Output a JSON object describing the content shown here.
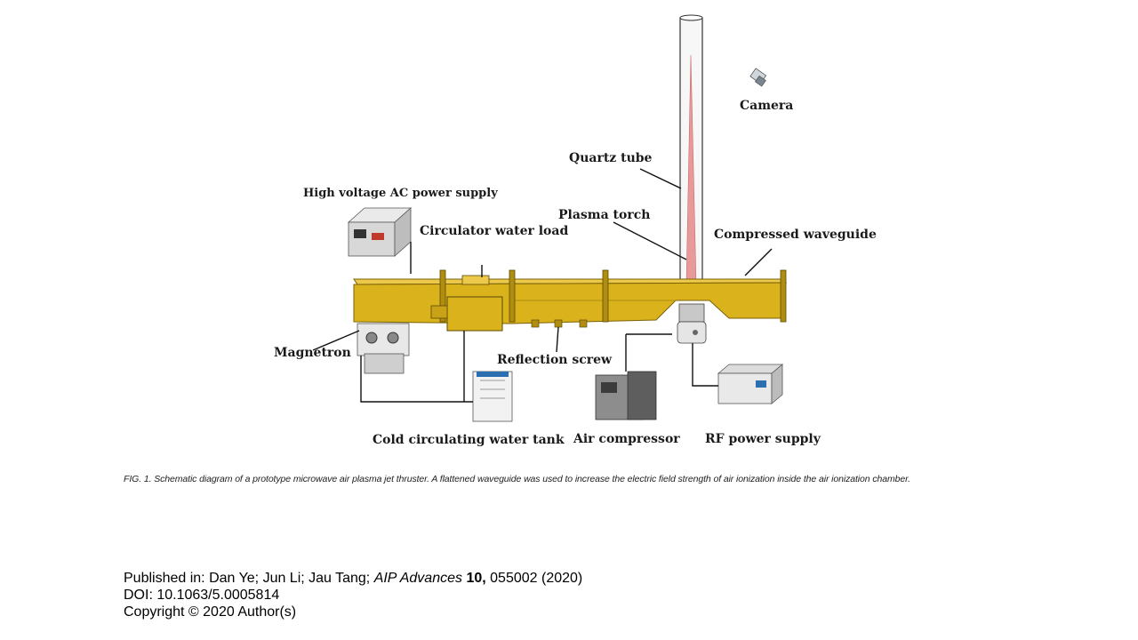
{
  "diagram": {
    "labels": {
      "camera": "Camera",
      "quartz_tube": "Quartz tube",
      "plasma_torch": "Plasma torch",
      "compressed_waveguide": "Compressed waveguide",
      "hv_power_supply": "High voltage AC power supply",
      "circulator_water_load": "Circulator water load",
      "magnetron": "Magnetron",
      "reflection_screw": "Reflection screw",
      "cold_water_tank": "Cold circulating water tank",
      "air_compressor": "Air compressor",
      "rf_power_supply": "RF power supply"
    },
    "colors": {
      "waveguide": "#d9b21c",
      "waveguide_dark": "#b08d10",
      "plasma": "#e89a9a",
      "wire": "#111111"
    }
  },
  "caption": "FIG. 1. Schematic diagram of a prototype microwave air plasma jet thruster. A flattened waveguide was used to increase the electric field strength of air ionization inside the air ionization chamber.",
  "citation": {
    "prefix": "Published in: Dan Ye; Jun Li; Jau Tang; ",
    "journal": "AIP Advances",
    "volume": "10,",
    "rest": " 055002 (2020)",
    "doi": "DOI: 10.1063/5.0005814",
    "copyright": "Copyright © 2020 Author(s)"
  }
}
